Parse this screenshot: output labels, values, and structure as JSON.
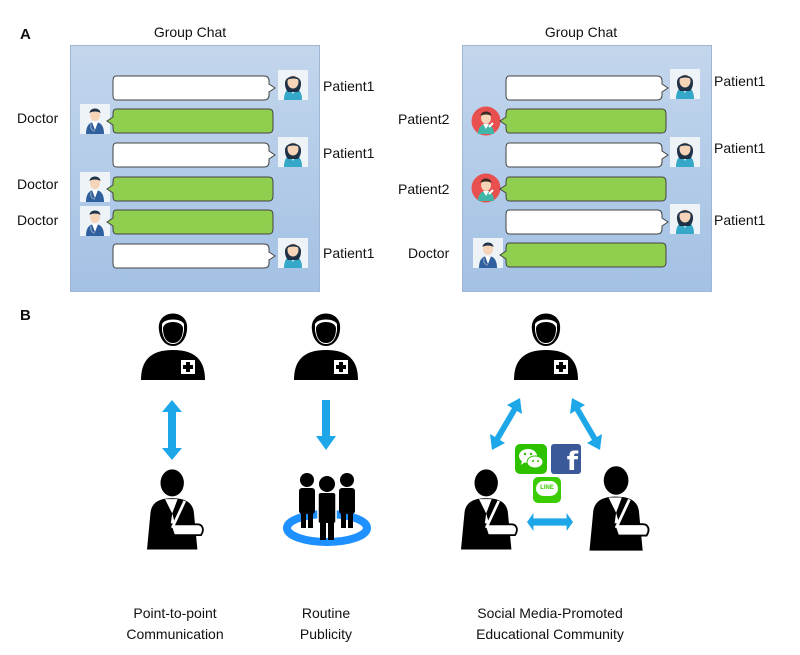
{
  "panel_a": {
    "label": "A",
    "left_chat": {
      "title": "Group Chat",
      "messages": [
        {
          "sender": "Patient1",
          "role": "patient",
          "bubble": "white",
          "side": "right"
        },
        {
          "sender": "Doctor",
          "role": "doctor",
          "bubble": "green",
          "side": "left"
        },
        {
          "sender": "Patient1",
          "role": "patient",
          "bubble": "white",
          "side": "right"
        },
        {
          "sender": "Doctor",
          "role": "doctor",
          "bubble": "green",
          "side": "left"
        },
        {
          "sender": "Doctor",
          "role": "doctor",
          "bubble": "green",
          "side": "left"
        },
        {
          "sender": "Patient1",
          "role": "patient",
          "bubble": "white",
          "side": "right"
        }
      ]
    },
    "right_chat": {
      "title": "Group Chat",
      "messages": [
        {
          "sender": "Patient1",
          "role": "patient",
          "bubble": "white",
          "side": "right"
        },
        {
          "sender": "Patient2",
          "role": "patient2",
          "bubble": "green",
          "side": "left"
        },
        {
          "sender": "Patient1",
          "role": "patient",
          "bubble": "white",
          "side": "right"
        },
        {
          "sender": "Patient2",
          "role": "patient2",
          "bubble": "green",
          "side": "left"
        },
        {
          "sender": "Patient1",
          "role": "patient",
          "bubble": "white",
          "side": "right"
        },
        {
          "sender": "Doctor",
          "role": "doctor",
          "bubble": "green",
          "side": "left"
        }
      ]
    }
  },
  "panel_b": {
    "label": "B",
    "models": [
      {
        "caption_line1": "Point-to-point",
        "caption_line2": "Communication",
        "arrow": "bidirectional-vertical",
        "icons": [
          "doctor-icon",
          "patient-arm-sling-icon"
        ]
      },
      {
        "caption_line1": "Routine",
        "caption_line2": "Publicity",
        "arrow": "down",
        "icons": [
          "doctor-icon",
          "crowd-icon"
        ]
      },
      {
        "caption_line1": "Social Media-Promoted",
        "caption_line2": "Educational Community",
        "arrow": "triangle-bidirectional",
        "icons": [
          "doctor-icon",
          "patient-arm-sling-icon",
          "patient-arm-sling-icon",
          "wechat-icon",
          "facebook-icon",
          "line-icon"
        ]
      }
    ],
    "social_icons": {
      "facebook": "f",
      "line": "LINE"
    }
  },
  "colors": {
    "bubble_green": "#8fce4e",
    "bubble_white": "#ffffff",
    "arrow_blue": "#1ea7e8",
    "wechat": "#2dc100",
    "facebook": "#3b5998",
    "line": "#3acd01",
    "crowd_ring": "#1e90ff"
  }
}
